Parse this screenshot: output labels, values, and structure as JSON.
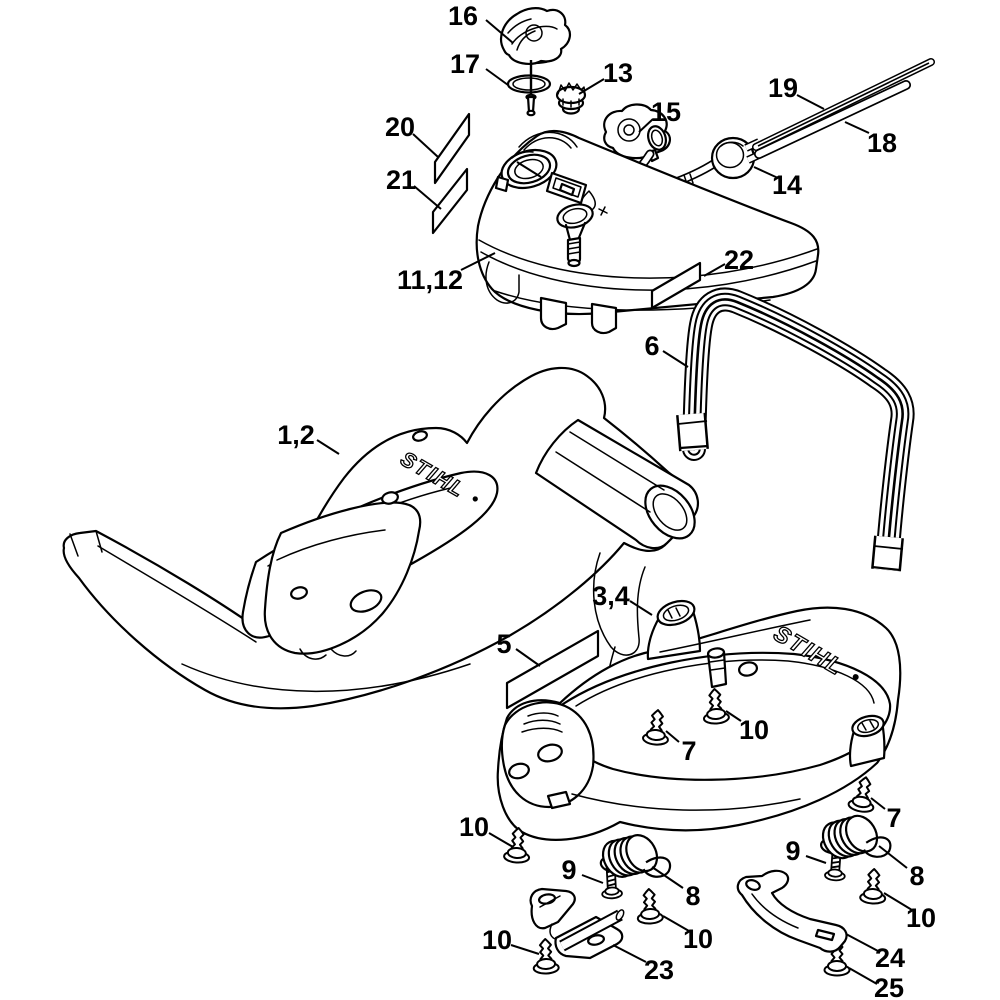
{
  "page": {
    "background_color": "#ffffff"
  },
  "diagram": {
    "stroke_color": "#000000",
    "label_color": "#000000",
    "logos": [
      "STIHL",
      "STIHL"
    ],
    "callouts": [
      {
        "label": "16"
      },
      {
        "label": "17"
      },
      {
        "label": "13"
      },
      {
        "label": "19"
      },
      {
        "label": "15"
      },
      {
        "label": "18"
      },
      {
        "label": "20"
      },
      {
        "label": "14"
      },
      {
        "label": "21"
      },
      {
        "label": "11,12"
      },
      {
        "label": "22"
      },
      {
        "label": "6"
      },
      {
        "label": "1,2"
      },
      {
        "label": "3,4"
      },
      {
        "label": "5"
      },
      {
        "label": "10"
      },
      {
        "label": "7"
      },
      {
        "label": "7"
      },
      {
        "label": "10"
      },
      {
        "label": "9"
      },
      {
        "label": "9"
      },
      {
        "label": "8"
      },
      {
        "label": "8"
      },
      {
        "label": "10"
      },
      {
        "label": "10"
      },
      {
        "label": "10"
      },
      {
        "label": "23"
      },
      {
        "label": "24"
      },
      {
        "label": "25"
      }
    ]
  }
}
